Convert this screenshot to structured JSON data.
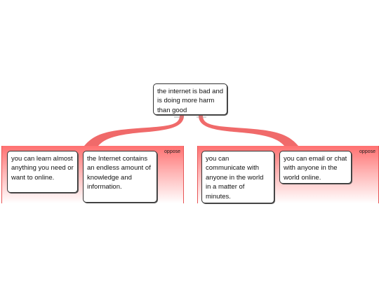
{
  "central_topic": "the internet is bad and is doing more harm than good",
  "groups": [
    {
      "label": "oppose",
      "nodes": [
        "you can learn almost anything you need or want to online.",
        "the Internet contains an endless amount of knowledge and information."
      ]
    },
    {
      "label": "oppose",
      "nodes": [
        "you can communicate with anyone in the world in a matter of minutes.",
        "you can email or chat with anyone in the world online."
      ]
    }
  ],
  "colors": {
    "connector": "#f06a6a",
    "group_top": "#ff7070",
    "group_bottom": "#ffffff",
    "node_border": "#333333"
  }
}
